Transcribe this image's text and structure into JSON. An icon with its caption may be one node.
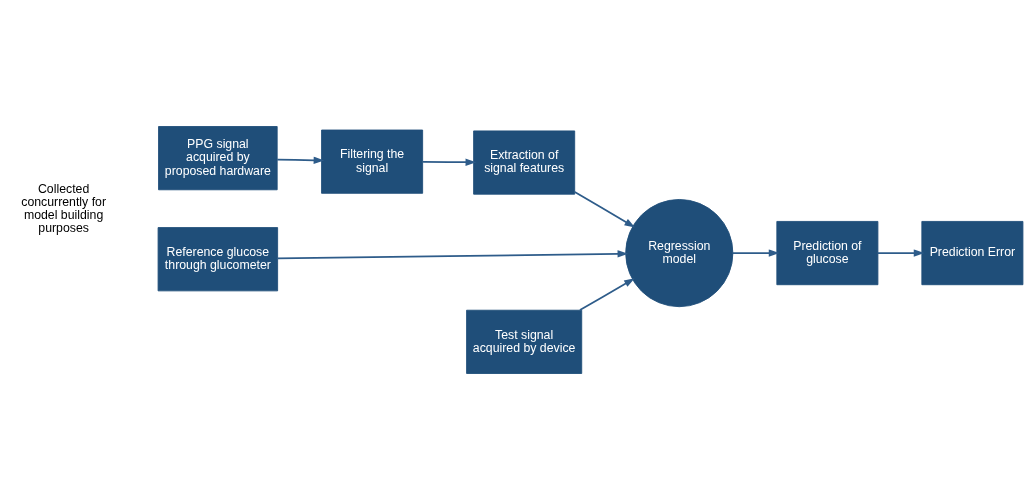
{
  "diagram": {
    "nodes": [
      {
        "text": [
          "PPG signal acquired by proposed hardware"
        ]
      },
      {
        "text": [
          "Filtering the signal"
        ]
      },
      {
        "text": [
          "Extraction of signal features"
        ]
      },
      {
        "text": [
          "Reference glucose through glucometer"
        ]
      },
      {
        "text": [
          "Regression model"
        ]
      },
      {
        "text": [
          "Prediction of glucose"
        ]
      },
      {
        "text": [
          "Prediction Error"
        ]
      },
      {
        "text": [
          "Test signal acquired by device"
        ]
      }
    ],
    "edges": [
      {
        "from": 0,
        "to": 1,
        "arrow": "to"
      },
      {
        "from": 1,
        "to": 2,
        "arrow": "to"
      },
      {
        "from": 2,
        "to": 4,
        "arrow": "to"
      },
      {
        "from": 3,
        "to": 4,
        "arrow": "to"
      },
      {
        "from": 4,
        "to": 5,
        "arrow": "to"
      },
      {
        "from": 5,
        "to": 6,
        "arrow": "to"
      },
      {
        "from": 7,
        "to": 4,
        "arrow": "to"
      }
    ],
    "labels": [
      "Collected concurrently for model building purposes"
    ]
  }
}
